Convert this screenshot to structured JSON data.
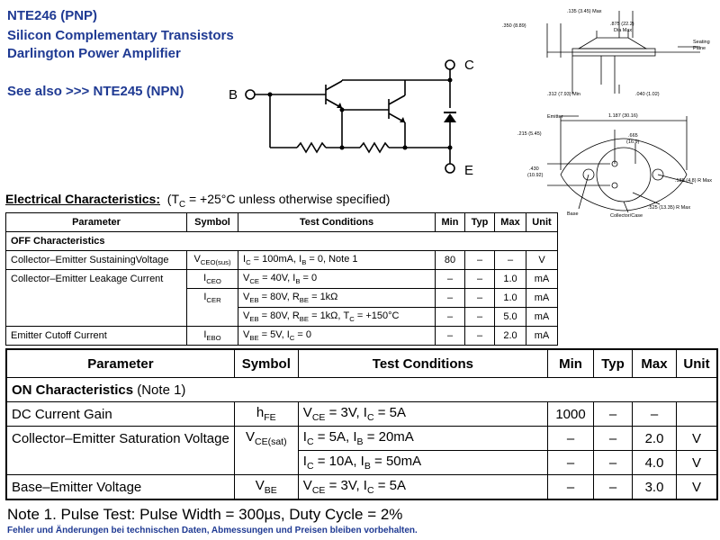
{
  "header": {
    "part": "NTE246 (PNP)",
    "line2": "Silicon Complementary Transistors",
    "line3": "Darlington Power Amplifier",
    "see_also": "See also >>> NTE245 (NPN)"
  },
  "circuit": {
    "label_b": "B",
    "label_c": "C",
    "label_e": "E"
  },
  "package": {
    "dims": [
      ".135 (3.45) Max",
      ".350 (8.89)",
      ".875 (22.2)",
      "Dia Max",
      "Seating",
      "Plane",
      ".312 (7.93) Min",
      ".040 (1.02)",
      "Emitter",
      "1.187 (30.16)",
      ".215 (5.45)",
      ".665",
      "(16.9)",
      ".430",
      "(10.92)",
      ".188 (4.8) R Max",
      "Base",
      "Collector/Case",
      ".525 (13.35) R Max"
    ]
  },
  "ec_title": {
    "bold": "Electrical Characteristics:",
    "rest": "(T = +25°C unless otherwise specified)",
    "tc": "T",
    "tc_sub": "C",
    "cond": " = +25°C unless otherwise specified)"
  },
  "table1": {
    "headers": [
      "Parameter",
      "Symbol",
      "Test Conditions",
      "Min",
      "Typ",
      "Max",
      "Unit"
    ],
    "section": "OFF Characteristics",
    "rows": [
      [
        "Collector–Emitter SustainingVoltage",
        "V",
        "CEO(sus)",
        "I",
        "C",
        " = 100mA, I",
        "B",
        " = 0, Note 1",
        "80",
        "–",
        "–",
        "V"
      ],
      [
        "Collector–Emitter Leakage Current",
        "I",
        "CEO",
        "V",
        "CE",
        " = 40V, I",
        "B",
        " = 0",
        "–",
        "–",
        "1.0",
        "mA"
      ],
      [
        "",
        "I",
        "CER",
        "V",
        "EB",
        " = 80V, R",
        "BE",
        " = 1kΩ",
        "–",
        "–",
        "1.0",
        "mA"
      ],
      [
        "",
        "",
        "",
        "V",
        "EB",
        " = 80V, R",
        "BE",
        " = 1kΩ, T",
        "–",
        "–",
        "5.0",
        "mA"
      ],
      [
        "Emitter Cutoff Current",
        "I",
        "EBO",
        "V",
        "BE",
        " = 5V, I",
        "C",
        " = 0",
        "–",
        "–",
        "2.0",
        "mA"
      ]
    ],
    "row4_tail_sub": "C",
    "row4_tail": " = +150°C"
  },
  "table2": {
    "headers": [
      "Parameter",
      "Symbol",
      "Test Conditions",
      "Min",
      "Typ",
      "Max",
      "Unit"
    ],
    "section_bold": "ON Characteristics",
    "section_note": " (Note 1)",
    "rows": [
      [
        "DC Current Gain",
        "h",
        "FE",
        "V",
        "CE",
        " = 3V, I",
        "C",
        " = 5A",
        "1000",
        "–",
        "–",
        ""
      ],
      [
        "Collector–Emitter Saturation Voltage",
        "V",
        "CE(sat)",
        "I",
        "C",
        " = 5A, I",
        "B",
        " = 20mA",
        "–",
        "–",
        "2.0",
        "V"
      ],
      [
        "",
        "",
        "",
        "I",
        "C",
        " = 10A, I",
        "B",
        " = 50mA",
        "–",
        "–",
        "4.0",
        "V"
      ],
      [
        "Base–Emitter Voltage",
        "V",
        "BE",
        "V",
        "CE",
        " = 3V, I",
        "C",
        " = 5A",
        "–",
        "–",
        "3.0",
        "V"
      ]
    ]
  },
  "note": "Note  1. Pulse Test:  Pulse Width = 300µs, Duty Cycle = 2%",
  "footer": "Fehler und Änderungen bei technischen Daten, Abmessungen und Preisen bleiben vorbehalten.",
  "colors": {
    "header_blue": "#1f3a93"
  }
}
